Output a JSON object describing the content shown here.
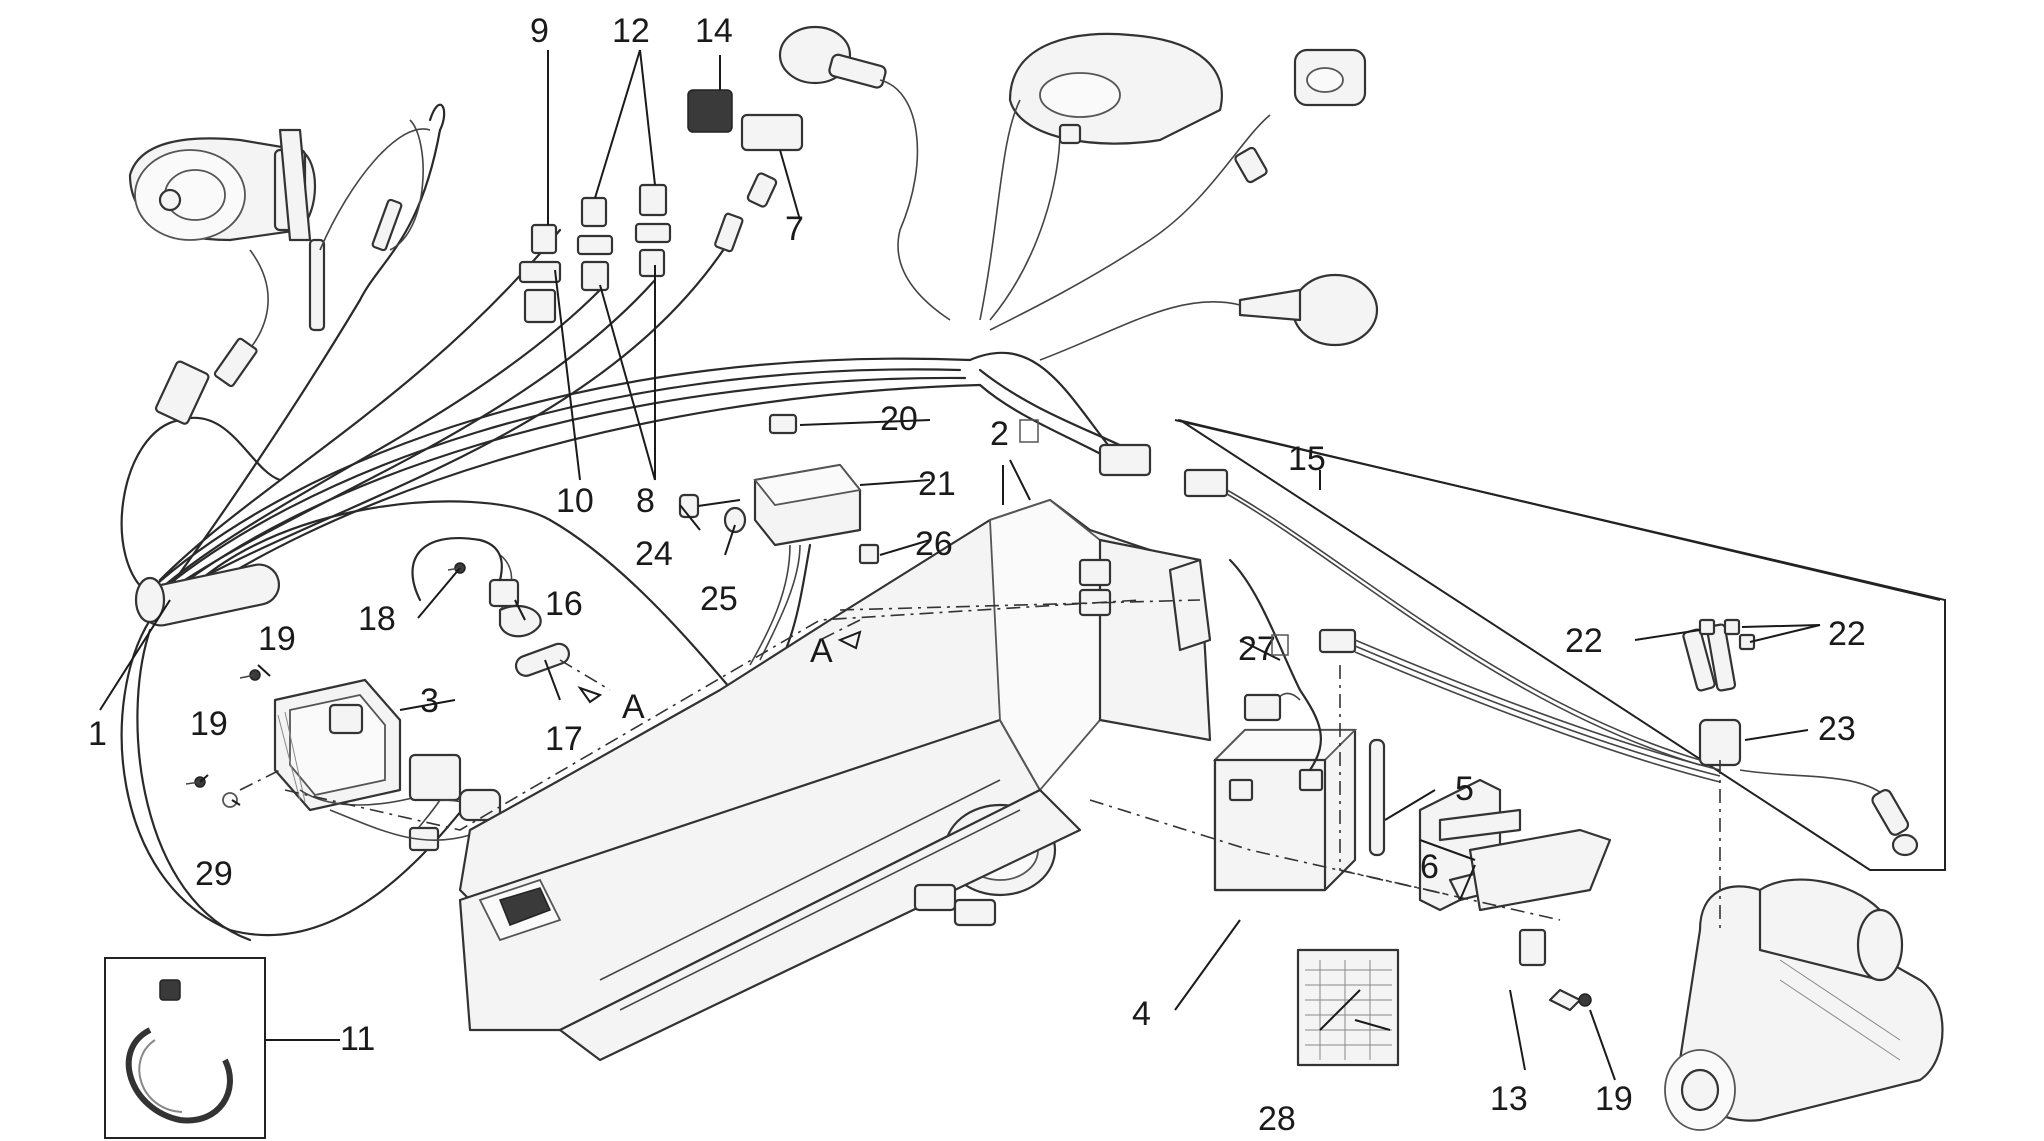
{
  "diagram": {
    "callouts": [
      {
        "id": "c1",
        "text": "1"
      },
      {
        "id": "c2",
        "text": "2"
      },
      {
        "id": "c3",
        "text": "3"
      },
      {
        "id": "c4",
        "text": "4"
      },
      {
        "id": "c5",
        "text": "5"
      },
      {
        "id": "c6",
        "text": "6"
      },
      {
        "id": "c7",
        "text": "7"
      },
      {
        "id": "c8",
        "text": "8"
      },
      {
        "id": "c9",
        "text": "9"
      },
      {
        "id": "c10",
        "text": "10"
      },
      {
        "id": "c11",
        "text": "11"
      },
      {
        "id": "c12",
        "text": "12"
      },
      {
        "id": "c13",
        "text": "13"
      },
      {
        "id": "c14",
        "text": "14"
      },
      {
        "id": "c15",
        "text": "15"
      },
      {
        "id": "c16",
        "text": "16"
      },
      {
        "id": "c17",
        "text": "17"
      },
      {
        "id": "c18",
        "text": "18"
      },
      {
        "id": "c19a",
        "text": "19"
      },
      {
        "id": "c19b",
        "text": "19"
      },
      {
        "id": "c19c",
        "text": "19"
      },
      {
        "id": "c20",
        "text": "20"
      },
      {
        "id": "c21",
        "text": "21"
      },
      {
        "id": "c22a",
        "text": "22"
      },
      {
        "id": "c22b",
        "text": "22"
      },
      {
        "id": "c23",
        "text": "23"
      },
      {
        "id": "c24",
        "text": "24"
      },
      {
        "id": "c25",
        "text": "25"
      },
      {
        "id": "c26",
        "text": "26"
      },
      {
        "id": "c27",
        "text": "27"
      },
      {
        "id": "c28",
        "text": "28"
      },
      {
        "id": "c29",
        "text": "29"
      }
    ],
    "refs": {
      "a_left": "A",
      "a_right": "A"
    },
    "colors": {
      "line": "#2a2a2a",
      "fill": "#f4f4f4",
      "background": "#ffffff"
    }
  }
}
